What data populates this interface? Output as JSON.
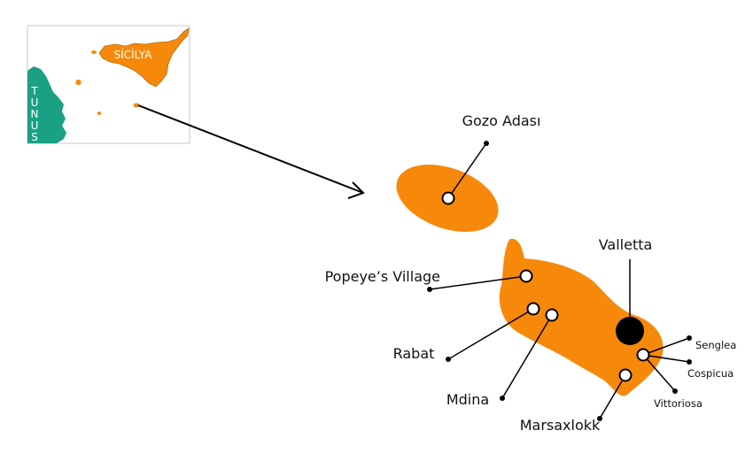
{
  "colors": {
    "land": "#f7890a",
    "tunisia": "#1aa083",
    "capital": "#000000"
  },
  "inset": {
    "sicily_label": "SİCİLYA",
    "tunisia_letters": [
      "T",
      "U",
      "N",
      "U",
      "S"
    ]
  },
  "labels": {
    "gozo": "Gozo Adası",
    "valletta": "Valletta",
    "popeye": "Popeye’s Village",
    "rabat": "Rabat",
    "mdina": "Mdina",
    "marsaxlokk": "Marsaxlokk",
    "senglea": "Senglea",
    "cospicua": "Cospicua",
    "vittoriosa": "Vittoriosa"
  }
}
